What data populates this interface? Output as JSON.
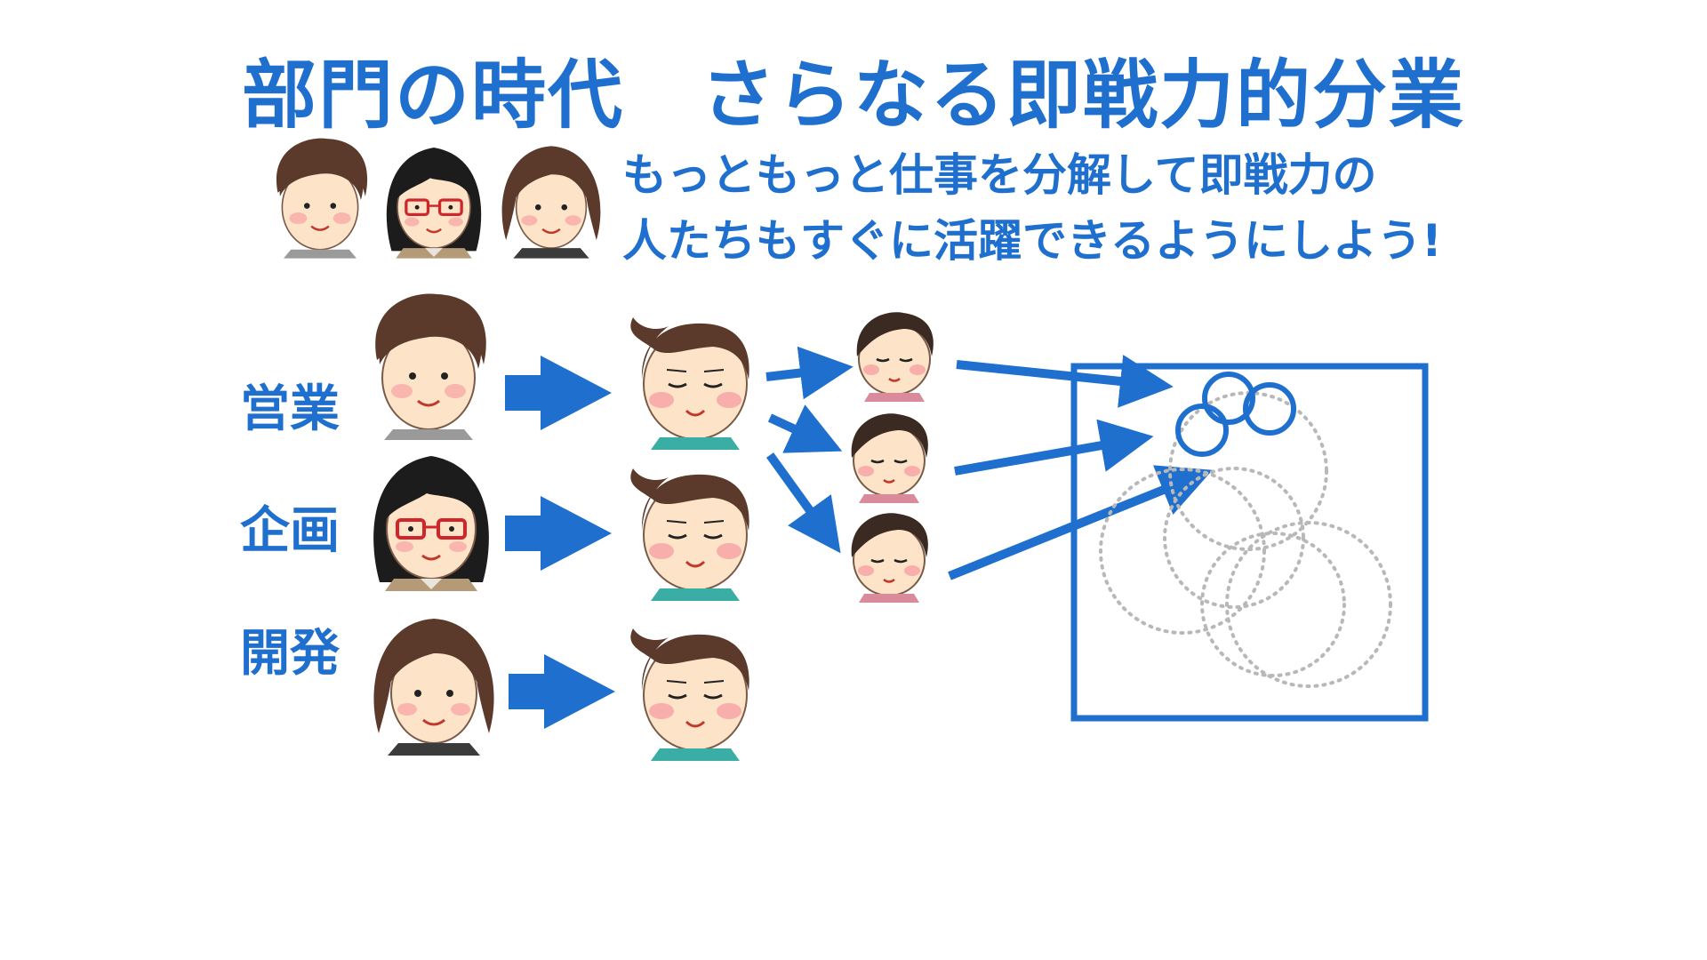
{
  "slide": {
    "title": "部門の時代　さらなる即戦力的分業",
    "subtitle": {
      "line1": "もっともっと仕事を分解して即戦力の",
      "line2": "人たちもすぐに活躍できるようにしよう!"
    },
    "departments": [
      {
        "label": "営業"
      },
      {
        "label": "企画"
      },
      {
        "label": "開発"
      }
    ]
  },
  "colors": {
    "accent": "#1f6fce",
    "skin": "#fde3c8",
    "cheek": "#f7a9a8",
    "hair_brown": "#5b3a2b",
    "hair_black": "#1c1c1c",
    "shirt_teal": "#3aaea4",
    "shirt_pink": "#d98a9b",
    "dotted_circle": "#b8b8b8"
  },
  "icons": {
    "people": [
      "brown-hair-man-icon",
      "glasses-woman-icon",
      "long-hair-man-icon",
      "manager-man-icon",
      "junior-worker-icon"
    ],
    "arrows": "right-arrow-icon",
    "circles": "skill-overlap-circle-icon"
  }
}
